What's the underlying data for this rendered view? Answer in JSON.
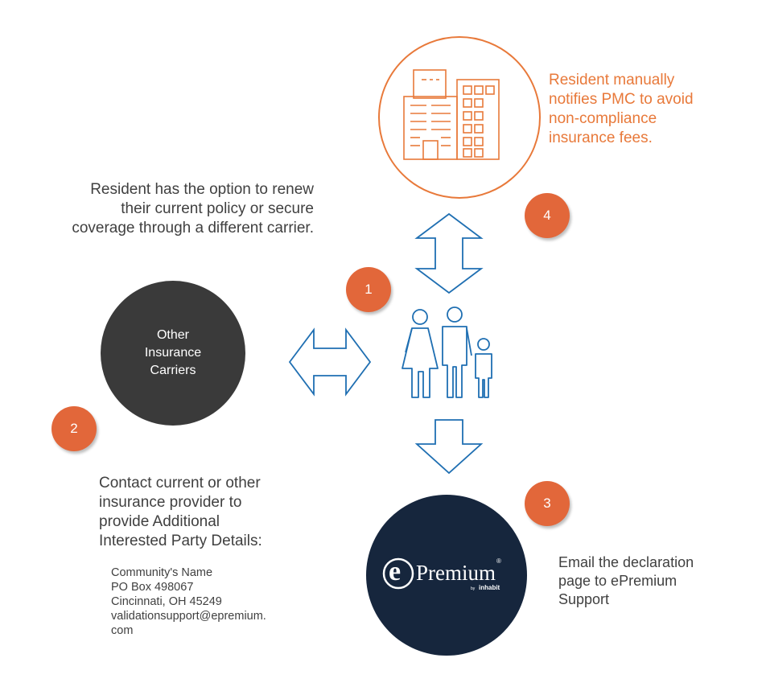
{
  "steps": {
    "step1": "1",
    "step2": "2",
    "step3": "3",
    "step4": "4"
  },
  "carriers_circle": {
    "lines": [
      "Other",
      "Insurance",
      "Carriers"
    ]
  },
  "epremium_logo": {
    "glyph": "e",
    "word": "Premium",
    "registered": "®",
    "byline_prefix": "by",
    "byline_brand": "inhabit"
  },
  "notes": {
    "renew_option": [
      "Resident has the option to renew",
      "their current policy or secure",
      "coverage through a different carrier."
    ],
    "pmc_notify": [
      "Resident manually",
      "notifies PMC to avoid",
      "non-compliance",
      "insurance fees."
    ],
    "contact_provider": [
      "Contact current or other",
      "insurance provider to",
      "provide Additional",
      "Interested Party Details:"
    ],
    "address": [
      "Community's Name",
      "PO Box 498067",
      "Cincinnati, OH 45249",
      "validationsupport@epremium.",
      "com"
    ],
    "email_declaration": [
      "Email the declaration",
      "page to ePremium",
      "Support"
    ]
  },
  "icons": {
    "building": "building-icon",
    "family": "family-icon",
    "arrow_vertical_double": "double-arrow-vertical-icon",
    "arrow_horizontal_double": "double-arrow-horizontal-icon",
    "arrow_down": "arrow-down-icon"
  },
  "colors": {
    "accent_orange": "#E8793A",
    "badge_orange": "#E2673A",
    "icon_blue": "#1F6FB2",
    "carrier_circle": "#3a3a3a",
    "epremium_circle": "#16263d",
    "text_gray": "#404040"
  }
}
